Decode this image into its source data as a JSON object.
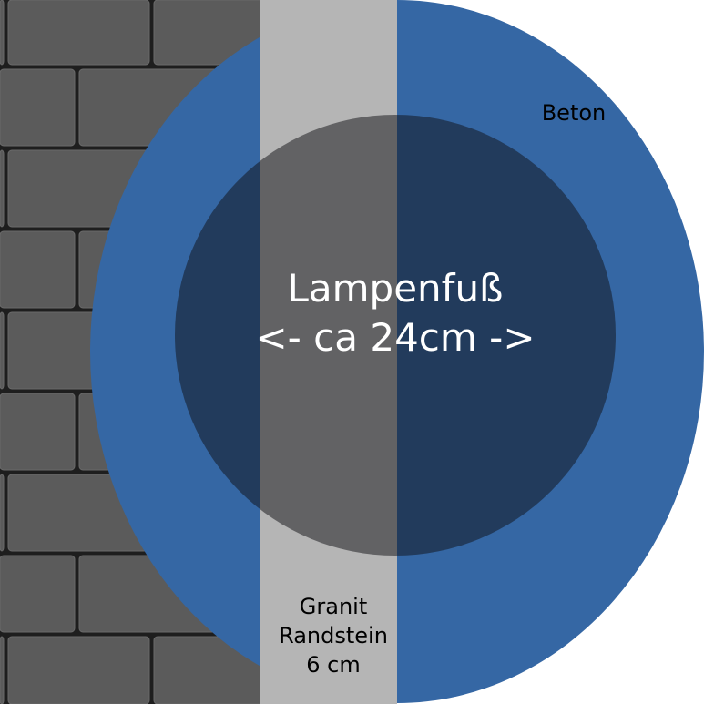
{
  "colors": {
    "paver": "#5b5b5b",
    "paver_joint": "#1e1e1e",
    "granite_curb": "#b5b5b5",
    "concrete": "#3567a4",
    "lamp_base_overlay": "rgba(15,15,20,0.5)",
    "background": "#ffffff"
  },
  "labels": {
    "concrete": "Beton",
    "curb_line1": "Granit",
    "curb_line2": "Randstein",
    "curb_line3": "6 cm",
    "lamp_line1": "Lampenfuß",
    "lamp_line2": "<- ca 24cm ->"
  }
}
